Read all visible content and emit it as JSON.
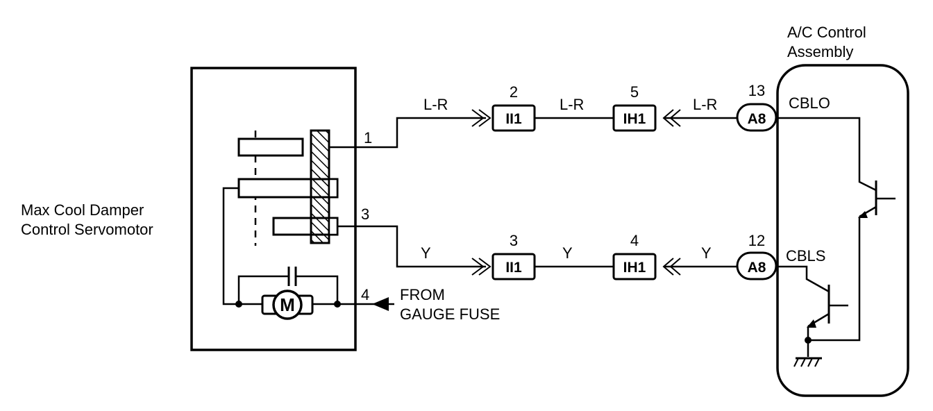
{
  "components": {
    "servomotor_label_line1": "Max Cool Damper",
    "servomotor_label_line2": "Control Servomotor",
    "ac_label_line1": "A/C Control",
    "ac_label_line2": "Assembly",
    "motor_symbol": "M"
  },
  "pins": {
    "servo_pin_1": "1",
    "servo_pin_3": "3",
    "servo_pin_4": "4",
    "conn_top_ii1_pin": "2",
    "conn_top_ih1_pin": "5",
    "conn_top_a8_pin": "13",
    "conn_bot_ii1_pin": "3",
    "conn_bot_ih1_pin": "4",
    "conn_bot_a8_pin": "12"
  },
  "connectors": {
    "ii1": "II1",
    "ih1": "IH1",
    "a8": "A8"
  },
  "wires": {
    "top_color": "L-R",
    "bottom_color": "Y"
  },
  "terminals": {
    "cblo": "CBLO",
    "cbls": "CBLS"
  },
  "power": {
    "line1": "FROM",
    "line2": "GAUGE FUSE"
  }
}
